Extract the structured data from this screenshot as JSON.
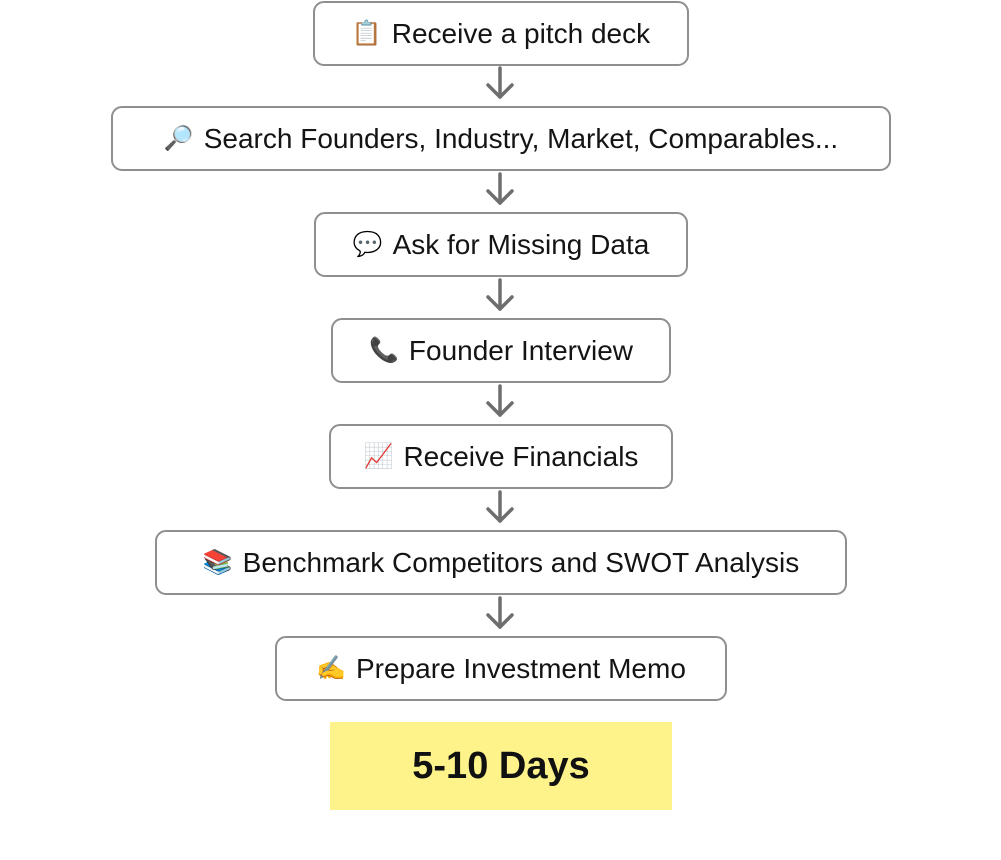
{
  "flow": {
    "steps": [
      {
        "icon": "clipboard-icon",
        "glyph": "📋",
        "label": "Receive a pitch deck"
      },
      {
        "icon": "magnifier-icon",
        "glyph": "🔎",
        "label": "Search Founders, Industry, Market, Comparables..."
      },
      {
        "icon": "speech-bubble-icon",
        "glyph": "💬",
        "label": "Ask for Missing Data"
      },
      {
        "icon": "phone-icon",
        "glyph": "📞",
        "label": "Founder Interview"
      },
      {
        "icon": "chart-increasing-icon",
        "glyph": "📈",
        "label": "Receive Financials"
      },
      {
        "icon": "books-icon",
        "glyph": "📚",
        "label": "Benchmark Competitors and SWOT Analysis"
      },
      {
        "icon": "writing-hand-icon",
        "glyph": "✍️",
        "label": "Prepare Investment Memo"
      }
    ],
    "duration_label": "5-10 Days",
    "colors": {
      "box_border": "#8f8f8f",
      "arrow": "#6e6e6e",
      "highlight": "#fdf38a"
    }
  }
}
